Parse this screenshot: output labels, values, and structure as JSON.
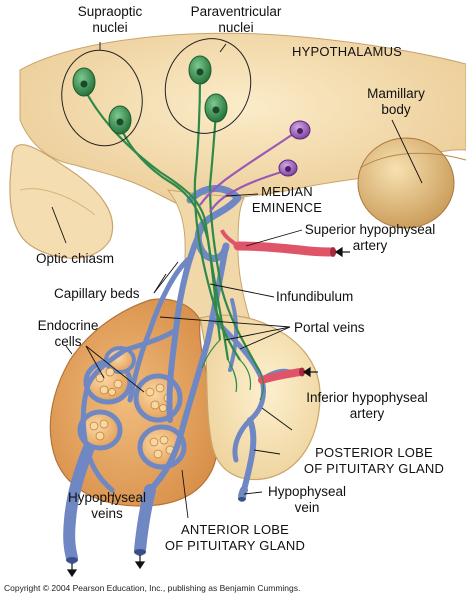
{
  "labels": {
    "supraoptic": [
      "Supraoptic",
      "nuclei"
    ],
    "paraventricular": [
      "Paraventricular",
      "nuclei"
    ],
    "hypothalamus": "HYPOTHALAMUS",
    "mamillary": [
      "Mamillary",
      "body"
    ],
    "median_eminence": [
      "MEDIAN",
      "EMINENCE"
    ],
    "superior_artery": [
      "Superior hypophyseal",
      "artery"
    ],
    "optic_chiasm": "Optic chiasm",
    "capillary_beds": "Capillary beds",
    "infundibulum": "Infundibulum",
    "endocrine_cells": [
      "Endocrine",
      "cells"
    ],
    "portal_veins": "Portal veins",
    "inferior_artery": [
      "Inferior hypophyseal",
      "artery"
    ],
    "posterior_lobe": [
      "POSTERIOR LOBE",
      "OF PITUITARY GLAND"
    ],
    "hypophyseal_vein": [
      "Hypophyseal",
      "vein"
    ],
    "hypophyseal_veins": [
      "Hypophyseal",
      "veins"
    ],
    "anterior_lobe": [
      "ANTERIOR LOBE",
      "OF PITUITARY GLAND"
    ]
  },
  "copyright": "Copyright © 2004 Pearson Education, Inc., publishing as Benjamin Cummings.",
  "colors": {
    "hypothalamus_tissue": "#f3dfb4",
    "posterior_lobe": "#f6e3b8",
    "anterior_lobe": "#e7a866",
    "vessels": "#6f88c4",
    "artery": "#e0546a",
    "neurons_green": "#2f8a4a",
    "neurons_purple": "#9a59b8"
  }
}
